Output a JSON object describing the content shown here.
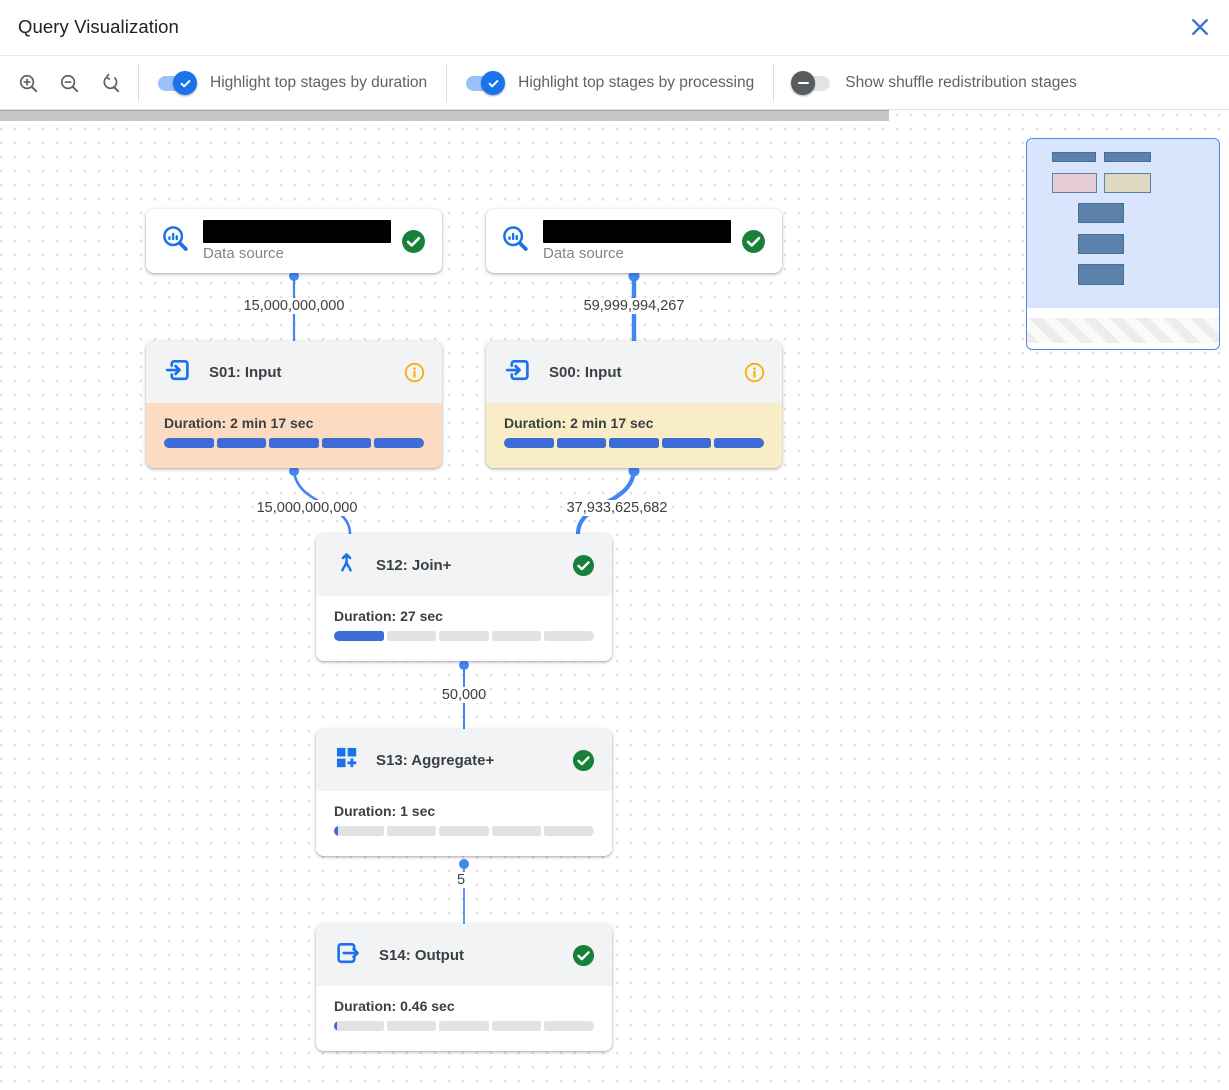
{
  "header": {
    "title": "Query Visualization"
  },
  "toolbar": {
    "zoom_controls": [
      "zoom-in",
      "zoom-out",
      "zoom-reset"
    ],
    "toggles": [
      {
        "label": "Highlight top stages by duration",
        "state": "on"
      },
      {
        "label": "Highlight top stages by processing",
        "state": "on"
      },
      {
        "label": "Show shuffle redistribution stages",
        "state": "off"
      }
    ]
  },
  "datasources": {
    "ds1": {
      "label": "Data source",
      "name_redacted": true,
      "status": "completed"
    },
    "ds2": {
      "label": "Data source",
      "name_redacted": true,
      "status": "completed"
    }
  },
  "stages": {
    "s01": {
      "title": "S01: Input",
      "duration": "Duration: 2 min 17 sec",
      "bar_fill": 1,
      "bar_segments": 5,
      "highlight": "duration",
      "status_icon": "info"
    },
    "s00": {
      "title": "S00: Input",
      "duration": "Duration: 2 min 17 sec",
      "bar_fill": 1,
      "bar_segments": 5,
      "highlight": "processing",
      "status_icon": "info"
    },
    "s12": {
      "title": "S12: Join+",
      "duration": "Duration: 27 sec",
      "bar_fill": 0.2,
      "bar_segments": 5,
      "highlight": "none",
      "status_icon": "completed"
    },
    "s13": {
      "title": "S13: Aggregate+",
      "duration": "Duration: 1 sec",
      "bar_fill": 0.018,
      "bar_segments": 5,
      "highlight": "none",
      "status_icon": "completed"
    },
    "s14": {
      "title": "S14: Output",
      "duration": "Duration: 0.46 sec",
      "bar_fill": 0.012,
      "bar_segments": 5,
      "highlight": "none",
      "status_icon": "completed"
    }
  },
  "edges": {
    "ds1_s01": {
      "label": "15,000,000,000"
    },
    "ds2_s00": {
      "label": "59,999,994,267"
    },
    "s01_s12": {
      "label": "15,000,000,000"
    },
    "s00_s12": {
      "label": "37,933,625,682"
    },
    "s12_s13": {
      "label": "50,000"
    },
    "s13_s14": {
      "label": "5"
    }
  },
  "icons": {
    "close": "close-x-icon",
    "zoom_in": "magnifier-plus-icon",
    "zoom_out": "magnifier-minus-icon",
    "zoom_reset": "magnifier-reset-icon",
    "toggle_on": "check-icon",
    "toggle_off": "minus-icon",
    "data_source": "magnifier-barchart-icon",
    "input": "arrow-into-box-icon",
    "output": "arrow-out-of-box-icon",
    "join": "merge-arrows-icon",
    "aggregate": "squares-plus-icon",
    "completed": "green-check-circle-icon",
    "info": "orange-info-circle-icon"
  },
  "colors": {
    "accent_blue": "#1a73e8",
    "edge_blue": "#4285f4",
    "bar_blue": "#3d6cd8",
    "success_green": "#188038",
    "info_orange": "#f9ab00",
    "duration_highlight": "#fbdcc2",
    "processing_highlight": "#f8edc7",
    "stage_header_gray": "#f1f3f4",
    "minimap_viewport_blue": "#d9e5fc",
    "minimap_node_slate": "#5b82aa",
    "minimap_duration_pink": "#e5ccd5",
    "minimap_processing_beige": "#ded9c0"
  }
}
